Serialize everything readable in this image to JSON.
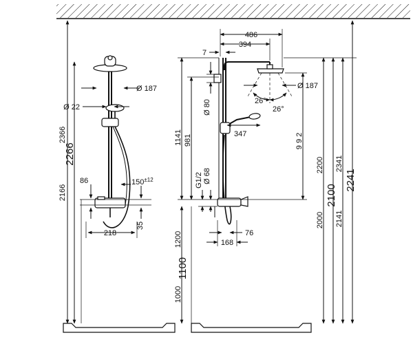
{
  "left_view": {
    "dims": {
      "d2366": "2366",
      "d2266": "2266",
      "d2166": "2166",
      "d187": "Ø 187",
      "d22": "Ø 22",
      "d86": "86",
      "d150": "150",
      "d150_tol": "±12",
      "d35": "35",
      "d218": "218"
    }
  },
  "right_view": {
    "dims": {
      "d486": "486",
      "d394": "394",
      "d7": "7",
      "d187": "Ø 187",
      "d80": "Ø 80",
      "d26a": "26°",
      "d26b": "26°",
      "d347": "347",
      "d1141": "1141",
      "d981": "981",
      "d992": "9 9 2",
      "dG12": "G1/2",
      "d68": "Ø 68",
      "d2200": "2200",
      "d2100": "2100",
      "d2000": "2000",
      "d2341": "2341",
      "d2241": "2241",
      "d2141": "2141",
      "d1200": "1200",
      "d1100": "1100",
      "d1000": "1000",
      "d76": "76",
      "d168": "168"
    }
  }
}
